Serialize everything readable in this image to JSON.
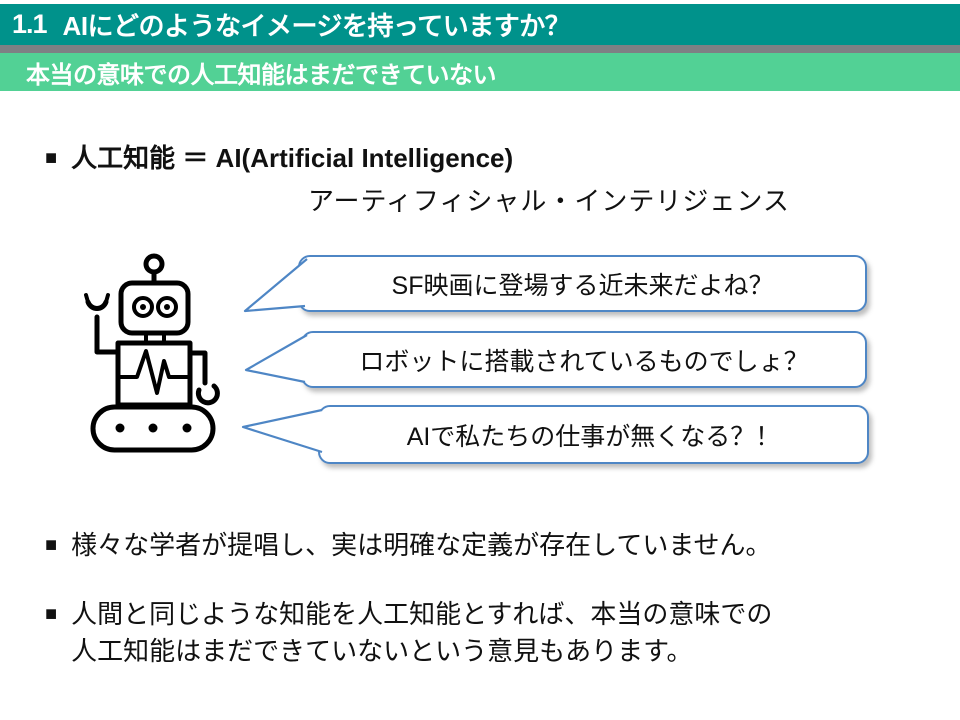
{
  "slide": {
    "header": {
      "number": "1.1",
      "title": "AIにどのようなイメージを持っていますか？"
    },
    "subheader": {
      "text": "本当の意味での人工知能はまだできていない"
    },
    "bullet_marker": "■",
    "definition": {
      "term_line": "人工知能 ＝ AI(Artificial Intelligence)",
      "reading": "アーティフィシャル・インテリジェンス"
    },
    "icons": {
      "robot": "robot-icon"
    },
    "speech_bubbles": [
      {
        "text": "SF映画に登場する近未来だよね？"
      },
      {
        "text": "ロボットに搭載されているものでしょ？"
      },
      {
        "text": "AIで私たちの仕事が無くなる？！"
      }
    ],
    "bullets": [
      {
        "lines": [
          "様々な学者が提唱し、実は明確な定義が存在していません。"
        ]
      },
      {
        "lines": [
          "人間と同じような知能を人工知能とすれば、本当の意味での",
          "人工知能はまだできていないという意見もあります。"
        ]
      }
    ],
    "colors": {
      "header_teal": "#00928B",
      "divider_gray": "#7E8084",
      "subheader_green": "#52D195",
      "bubble_border_blue": "#4E86C5",
      "text_black": "#111111",
      "header_text_white": "#FFFFFF"
    }
  }
}
